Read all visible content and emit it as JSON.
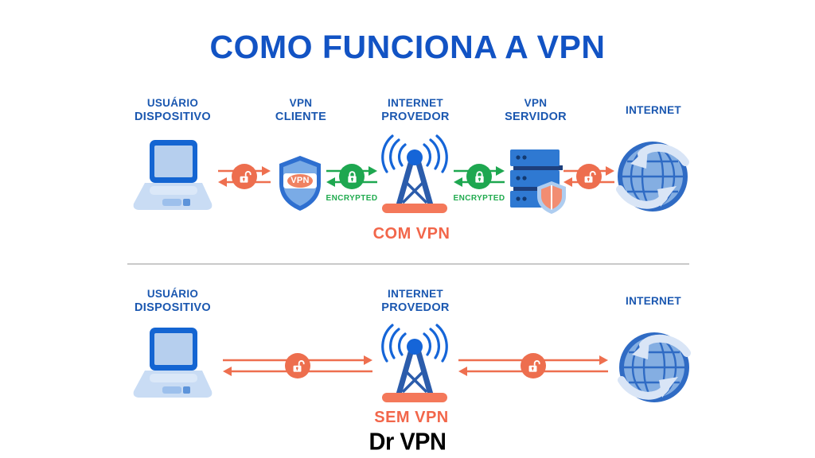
{
  "title": "COMO FUNCIONA A VPN",
  "brand": "Dr VPN",
  "colors": {
    "title_blue": "#1253c4",
    "label_blue": "#1a57b0",
    "arrow_orange": "#ee6f4f",
    "arrow_green": "#1ea750",
    "caption_orange": "#f2664a"
  },
  "top_row": {
    "caption": "COM VPN",
    "shield_text": "VPN",
    "nodes": [
      {
        "line1": "USUÁRIO",
        "line2": "DISPOSITIVO",
        "icon": "laptop-icon"
      },
      {
        "line1": "VPN",
        "line2": "CLIENTE",
        "icon": "vpn-shield-icon"
      },
      {
        "line1": "INTERNET",
        "line2": "PROVEDOR",
        "icon": "antenna-icon"
      },
      {
        "line1": "VPN",
        "line2": "SERVIDOR",
        "icon": "server-icon"
      },
      {
        "line1": "INTERNET",
        "icon": "globe-icon"
      }
    ],
    "links": [
      {
        "type": "unencrypted",
        "label": ""
      },
      {
        "type": "encrypted",
        "label": "ENCRYPTED"
      },
      {
        "type": "encrypted",
        "label": "ENCRYPTED"
      },
      {
        "type": "unencrypted",
        "label": ""
      }
    ]
  },
  "bottom_row": {
    "caption": "SEM VPN",
    "nodes": [
      {
        "line1": "USUÁRIO",
        "line2": "DISPOSITIVO",
        "icon": "laptop-icon"
      },
      {
        "line1": "INTERNET",
        "line2": "PROVEDOR",
        "icon": "antenna-icon"
      },
      {
        "line1": "INTERNET",
        "icon": "globe-icon"
      }
    ],
    "links": [
      {
        "type": "unencrypted",
        "label": ""
      },
      {
        "type": "unencrypted",
        "label": ""
      }
    ]
  }
}
